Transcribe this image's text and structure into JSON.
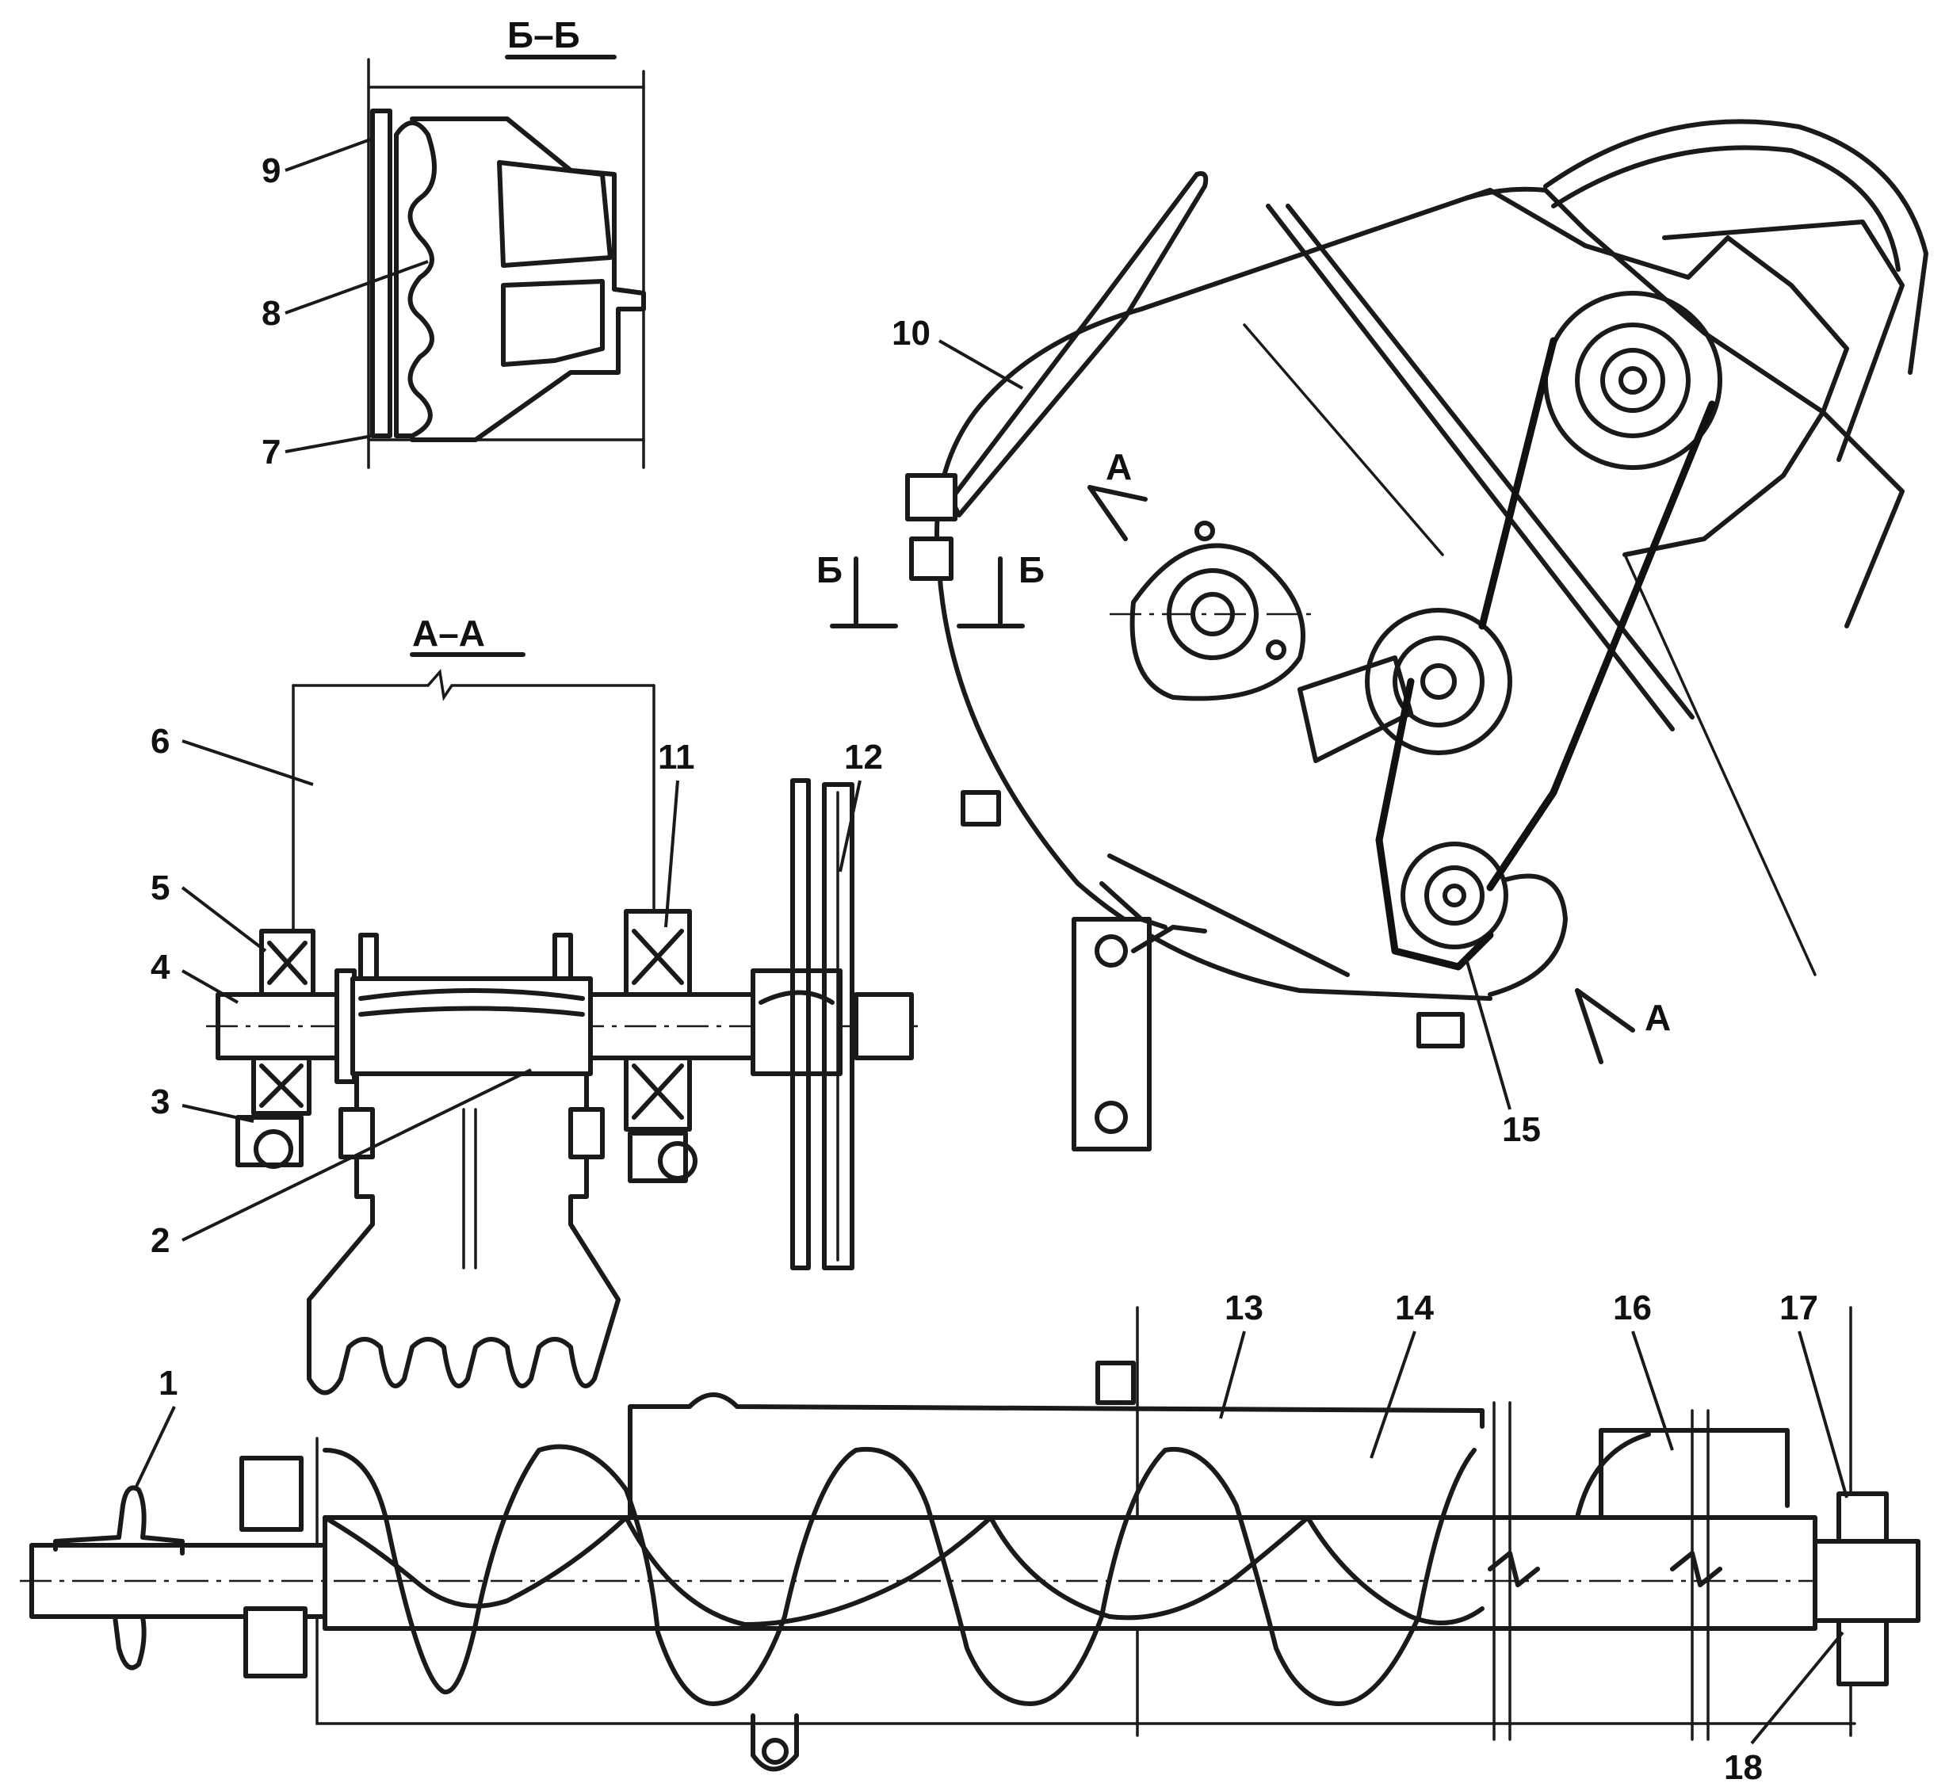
{
  "section_titles": {
    "bb": "Б–Б",
    "aa": "А–А"
  },
  "section_marks": {
    "a_top": "А",
    "a_bottom": "А",
    "b_left": "Б",
    "b_right": "Б"
  },
  "callouts": {
    "c1": "1",
    "c2": "2",
    "c3": "3",
    "c4": "4",
    "c5": "5",
    "c6": "6",
    "c7": "7",
    "c8": "8",
    "c9": "9",
    "c10": "10",
    "c11": "11",
    "c12": "12",
    "c13": "13",
    "c14": "14",
    "c15": "15",
    "c16": "16",
    "c17": "17",
    "c18": "18"
  },
  "colors": {
    "ink": "#1a1a1a",
    "paper": "#ffffff"
  }
}
